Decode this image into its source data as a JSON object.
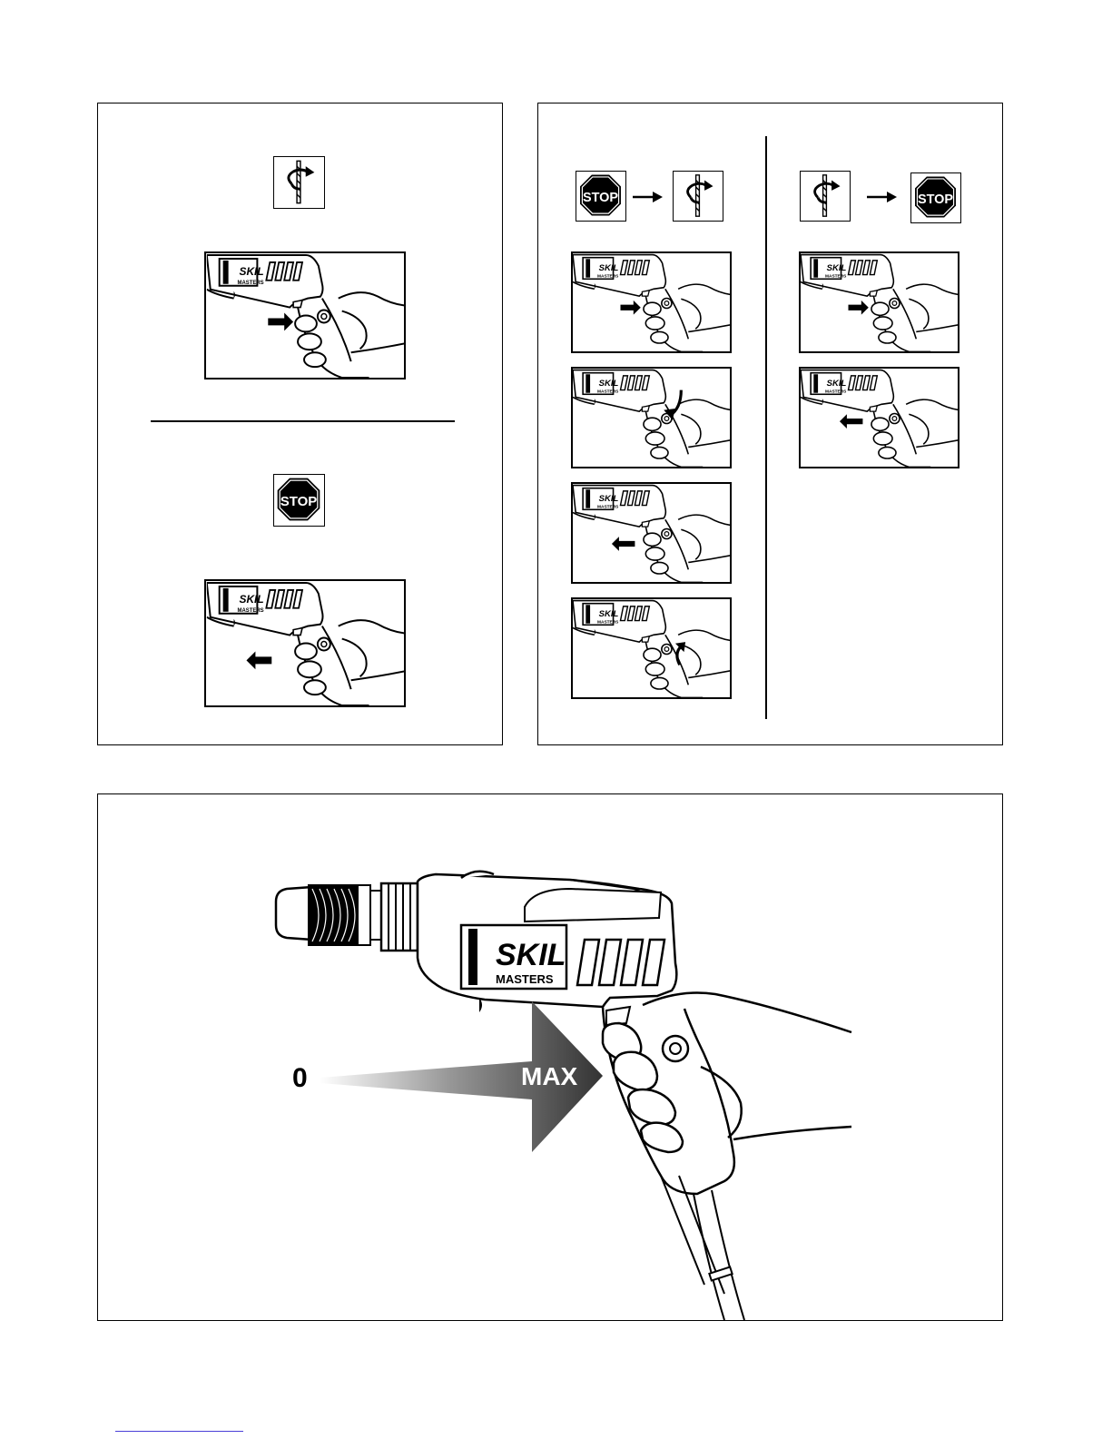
{
  "brand": {
    "name": "SKIL",
    "sub": "MASTERS"
  },
  "symbols": {
    "stop_label": "STOP",
    "rotation_icon": "rotation-icon",
    "stop_icon": "stop-sign-icon"
  },
  "speed": {
    "min_label": "0",
    "max_label": "MAX"
  },
  "colors": {
    "ink": "#000000",
    "paper": "#ffffff",
    "link": "#4a3fd8"
  }
}
